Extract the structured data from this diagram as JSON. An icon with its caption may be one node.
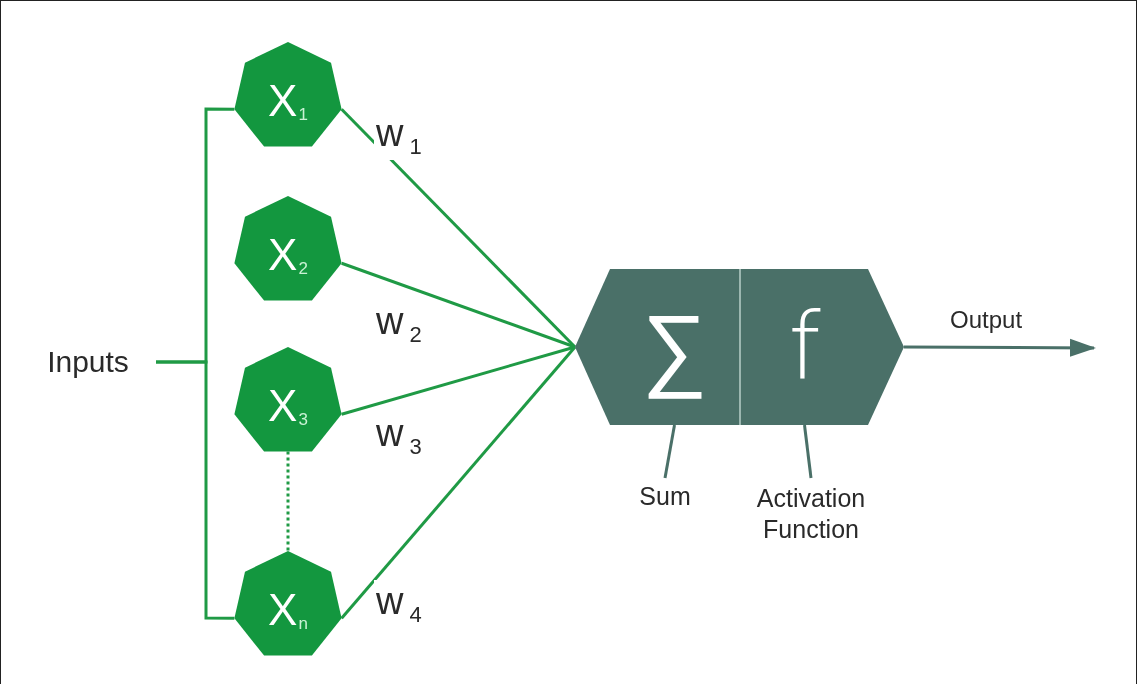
{
  "diagram": {
    "nodes": [
      {
        "text": [
          "Inputs"
        ]
      },
      {
        "text": [
          "X$_{1}$"
        ]
      },
      {
        "text": [
          "X$_{2}$"
        ]
      },
      {
        "text": [
          "X$_{3}$"
        ]
      },
      {
        "text": [
          "X$_{n}$"
        ]
      },
      {
        "text": [],
        "shape": "hexagon"
      },
      {
        "text": [
          "∑"
        ],
        "in": 5
      },
      {
        "text": [
          "f"
        ],
        "in": 5
      },
      {
        "text": [
          "Sum"
        ]
      },
      {
        "text": [
          "Activation Function"
        ]
      }
    ],
    "edges": [
      {
        "from": 0,
        "to": 1,
        "arrow": "none"
      },
      {
        "from": 0,
        "to": 4,
        "arrow": "none"
      },
      {
        "from": 1,
        "to": 5,
        "label": "w$_{1}$",
        "arrow": "none"
      },
      {
        "from": 2,
        "to": 5,
        "label": "w$_{2}$",
        "arrow": "none"
      },
      {
        "from": 3,
        "to": 5,
        "label": "w$_{3}$",
        "arrow": "none"
      },
      {
        "from": 4,
        "to": 5,
        "label": "w$_{4}$",
        "arrow": "none"
      },
      {
        "from": 3,
        "to": 4,
        "arrow": "none",
        "style": "dashed"
      },
      {
        "from": 5,
        "to": null,
        "label": "Output",
        "arrow": "to",
        "color": "#4a7068"
      },
      {
        "from": 8,
        "to": 6,
        "arrow": "none",
        "color": "#4a7068"
      },
      {
        "from": 9,
        "to": 7,
        "arrow": "none",
        "color": "#4a7068"
      }
    ]
  }
}
